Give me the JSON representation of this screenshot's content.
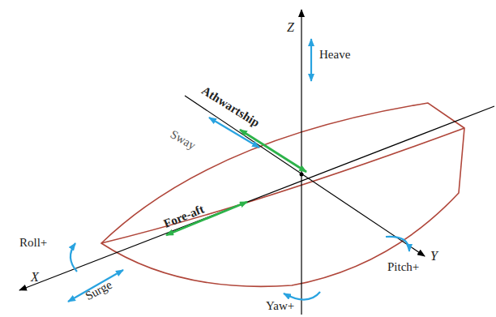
{
  "diagram": {
    "labels": [
      "Z",
      "Heave",
      "Athwartship",
      "Sway",
      "Fore-aft",
      "Roll+",
      "X",
      "Surge",
      "Yaw+",
      "Pitch+",
      "Y"
    ]
  }
}
